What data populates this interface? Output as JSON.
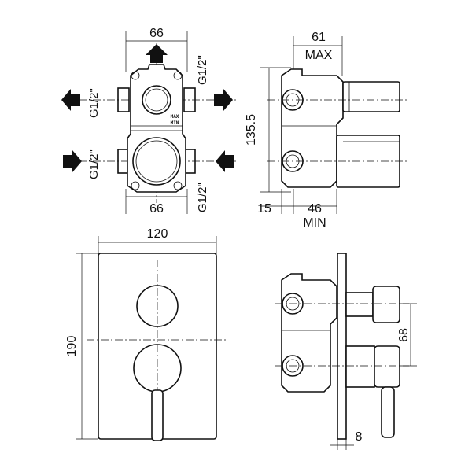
{
  "drawing": {
    "top_front": {
      "dim_width_top": "66",
      "dim_width_bottom": "66",
      "thread_top_right": "G1/2\"",
      "thread_bottom_right": "G1/2\"",
      "thread_left_upper": "G1/2\"",
      "thread_left_lower": "G1/2\"",
      "stamp_max": "MAX",
      "stamp_min": "MIN"
    },
    "top_side": {
      "dim_depth": "61",
      "dim_depth_note": "MAX",
      "dim_height": "135.5",
      "dim_offset": "15",
      "dim_min_depth": "46",
      "dim_min_note": "MIN"
    },
    "bottom_front": {
      "dim_plate_width": "120",
      "dim_plate_height": "190"
    },
    "bottom_side": {
      "dim_axis_distance": "68",
      "dim_plate_thickness": "8"
    }
  }
}
